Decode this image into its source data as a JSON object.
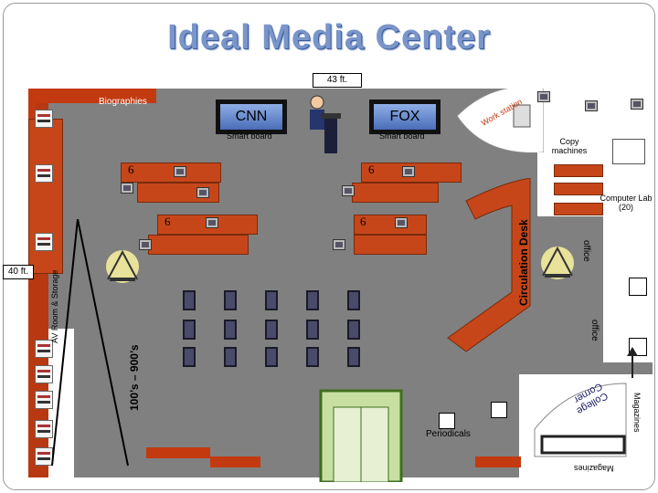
{
  "title": "Ideal Media Center",
  "width_label": "43 ft.",
  "height_label": "40 ft.",
  "areas": {
    "biographies": "Biographies",
    "cnn": "CNN",
    "fox": "FOX",
    "smart_board_left": "Smart board",
    "smart_board_right": "Smart board",
    "work_station": "Work station",
    "copy_machines": "Copy machines",
    "computer_lab": "Computer Lab (20)",
    "circulation_desk": "Circulation Desk",
    "office_top": "office",
    "office_bottom": "office",
    "av_room": "AV Room & Storage",
    "nonfiction": "100’s – 900’s",
    "periodicals": "Periodicals",
    "magazines_right": "Magazines",
    "magazines_bottom": "Magazines",
    "college_corner": "College Corner"
  },
  "table_groups": [
    "6",
    "6",
    "6",
    "6"
  ],
  "colors": {
    "title": "#7a95c9",
    "floor": "#808080",
    "shelf": "#c33a10",
    "table": "#c6461a",
    "white_room": "#ffffff"
  }
}
